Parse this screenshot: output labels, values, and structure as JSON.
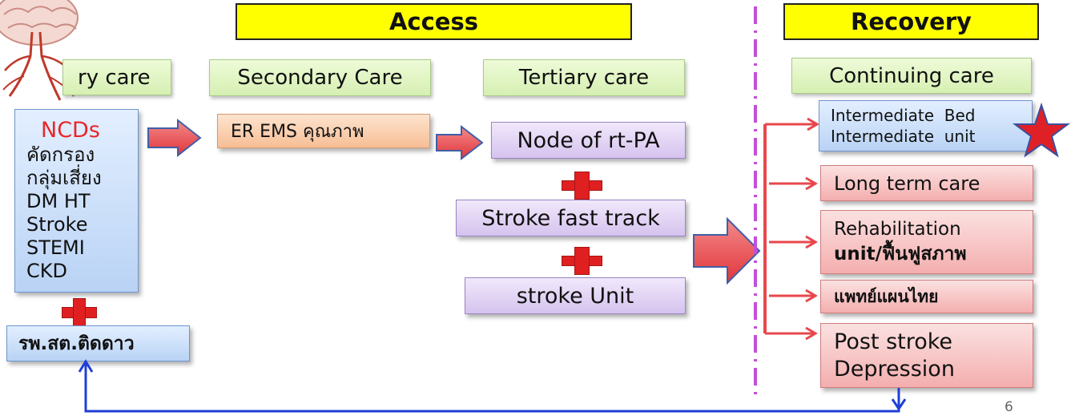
{
  "headers": {
    "access": "Access",
    "recovery": "Recovery"
  },
  "levels": {
    "primary": "ry care",
    "secondary": "Secondary Care",
    "tertiary": "Tertiary care",
    "continuing": "Continuing care"
  },
  "ncd_box": {
    "title": "NCDs",
    "items": [
      "คัดกรอง",
      "กลุ่มเสี่ยง",
      "DM HT",
      "Stroke",
      "STEMI",
      "CKD"
    ]
  },
  "rph": "รพ.สต.ติดดาว",
  "er_ems": "ER EMS คุณภาพ",
  "tertiary_items": {
    "node": "Node of rt-PA",
    "fast_track": "Stroke fast track",
    "unit": "stroke Unit"
  },
  "recovery_items": {
    "intermediate": [
      "Intermediate  Bed",
      "Intermediate  unit"
    ],
    "long_term": "Long term care",
    "rehab": [
      "Rehabilitation",
      "unit/ฟื้นฟูสภาพ"
    ],
    "thai_med": "แพทย์แผนไทย",
    "depression": [
      "Post stroke",
      "Depression"
    ]
  },
  "page_number": "6",
  "colors": {
    "header_yellow": "#ffff00",
    "arrow_red": "#e8474c",
    "loop_blue": "#1f3fd6",
    "divider_purple": "#c34fd8"
  },
  "icons": [
    "brain-illustration",
    "star-icon"
  ]
}
